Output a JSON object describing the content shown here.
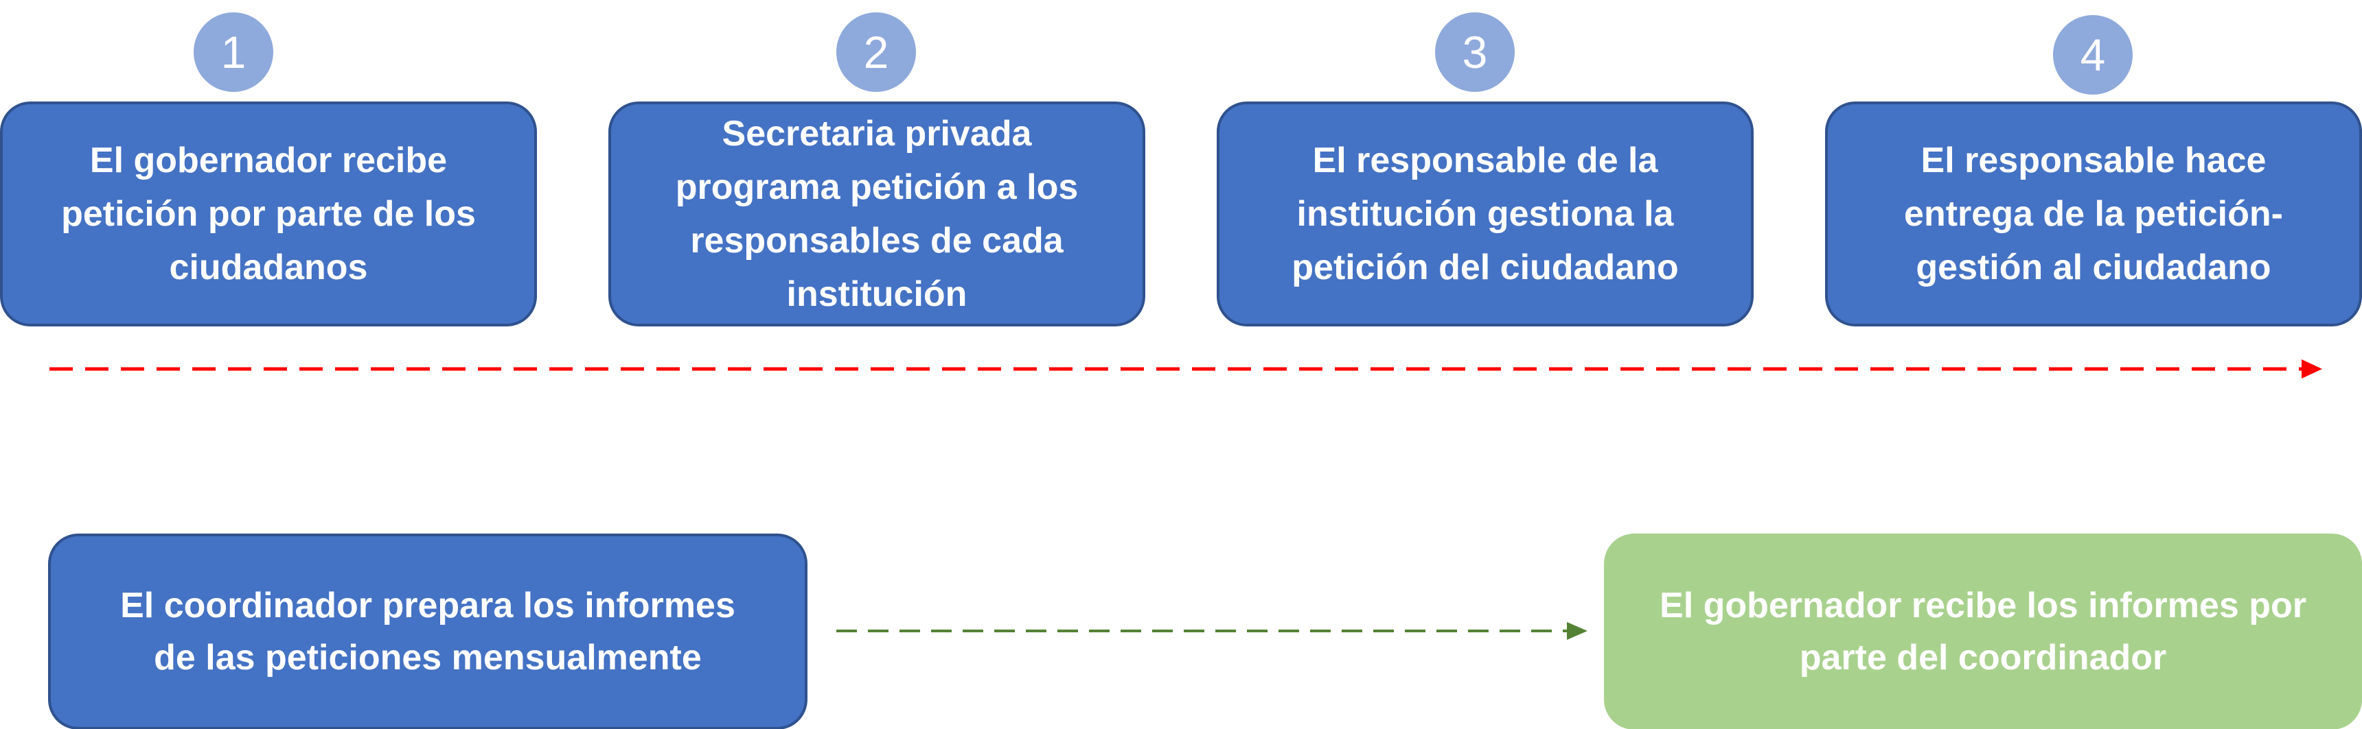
{
  "steps": [
    {
      "number": "1",
      "text": "El gobernador recibe\npetición por parte de los\nciudadanos"
    },
    {
      "number": "2",
      "text": "Secretaria privada\nprograma petición a los\nresponsables de cada\ninstitución"
    },
    {
      "number": "3",
      "text": "El responsable de la\ninstitución gestiona la\npetición del ciudadano"
    },
    {
      "number": "4",
      "text": "El responsable hace\nentrega de la petición-\ngestión al ciudadano"
    }
  ],
  "reports": {
    "coordinator": "El coordinador prepara los informes\nde las peticiones mensualmente",
    "governor": "El gobernador recibe los informes por\nparte del coordinador"
  },
  "colors": {
    "box_blue": "#4472C4",
    "box_blue_border": "#2F528F",
    "circle": "#8EA9DB",
    "box_green": "#A9D18E",
    "flow_arrow": "#FF0000",
    "report_arrow": "#548235"
  }
}
